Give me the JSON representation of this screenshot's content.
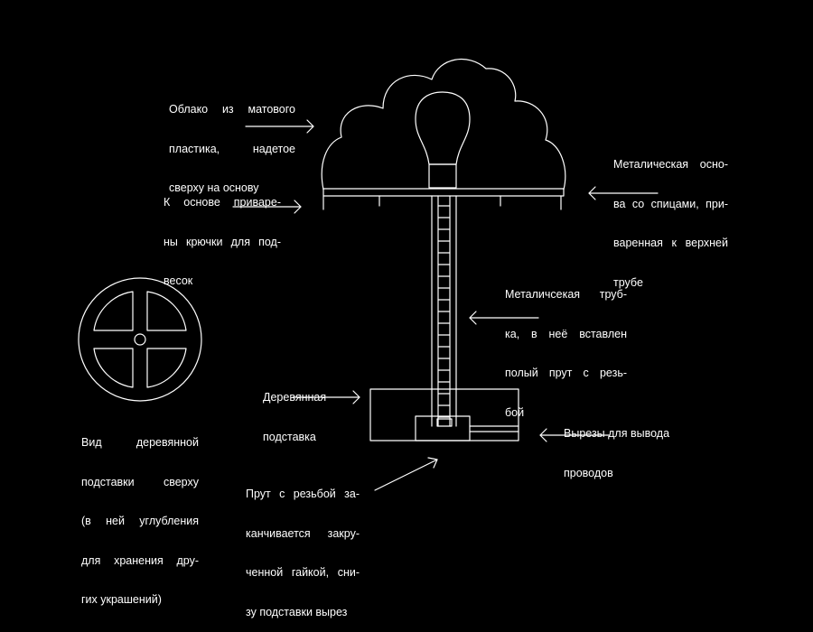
{
  "diagram": {
    "background": "#000000",
    "stroke_color": "#ffffff",
    "labels": {
      "cloud": [
        "Облако из матового",
        "пластика,    надетое",
        "сверху на основу"
      ],
      "hooks": [
        "К  основе  приваре-",
        "ны крючки для под-",
        "весок"
      ],
      "frame": [
        "Металическая осно-",
        "ва со спицами, при-",
        "варенная к верхней",
        "трубе"
      ],
      "tube": [
        "Металичсекая труб-",
        "ка,  в  неё  вставлен",
        "полый прут с резь-",
        "бой"
      ],
      "stand": [
        "Деревянная",
        "подставка"
      ],
      "cutouts": [
        "Вырезы для вывода",
        "проводов"
      ],
      "top_view": [
        "Вид      деревянной",
        "подставки    сверху",
        "(в  ней  углубления",
        "для  хранения  дру-",
        "гих украшений)"
      ],
      "rod": [
        "Прут  с  резьбой  за-",
        "канчивается  закру-",
        "ченной гайкой, сни-",
        "зу подставки вырез"
      ]
    },
    "top_view_icon": "wooden-stand-top-view-icon",
    "lamp_icon": "cloud-lamp-icon"
  }
}
